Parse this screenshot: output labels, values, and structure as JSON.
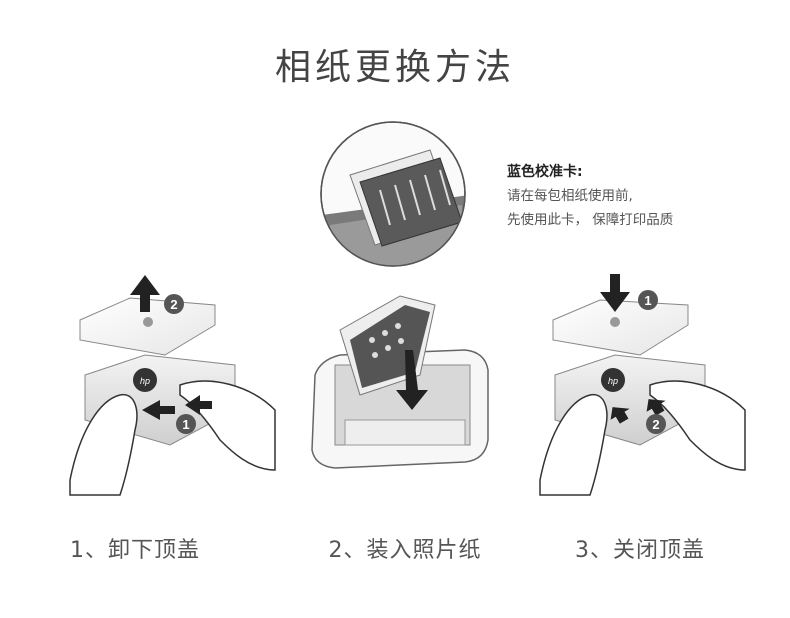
{
  "title": "相纸更换方法",
  "callout": {
    "heading": "蓝色校准卡:",
    "lines": [
      "请在每包相纸使用前,",
      "先使用此卡， 保障打印品质"
    ]
  },
  "steps": [
    {
      "label": "1、卸下顶盖",
      "badges": [
        "1",
        "2"
      ]
    },
    {
      "label": "2、装入照片纸"
    },
    {
      "label": "3、关闭顶盖",
      "badges": [
        "1",
        "2"
      ]
    }
  ],
  "logo_text": "hp"
}
